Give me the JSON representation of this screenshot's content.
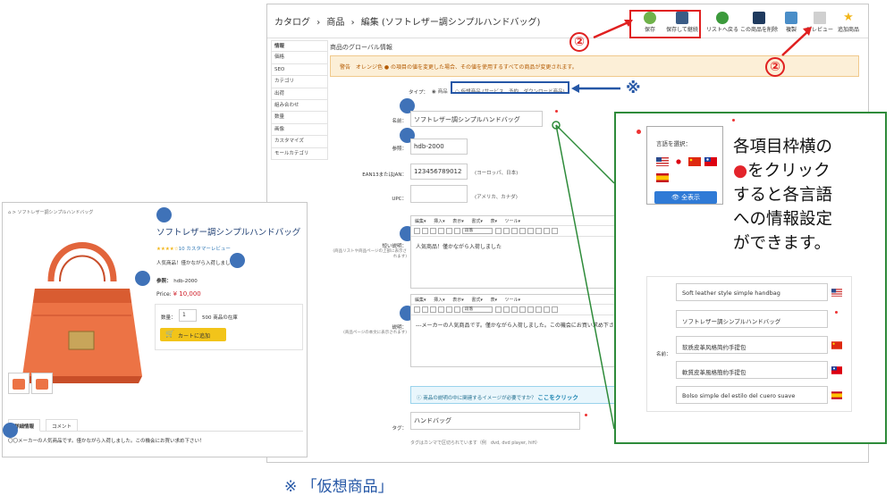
{
  "admin": {
    "breadcrumb": [
      "カタログ",
      "›",
      "商品",
      "›",
      "編集 (ソフトレザー調シンプルハンドバッグ)"
    ],
    "toolbar": [
      {
        "label": "保存",
        "icon": "check-icon",
        "color": "#6fb24a"
      },
      {
        "label": "保存して継続",
        "icon": "floppy-icon",
        "color": "#3a5c86"
      },
      {
        "label": "リストへ戻る",
        "icon": "back-arrow-icon",
        "color": "#3c9a3c"
      },
      {
        "label": "この商品を削除",
        "icon": "delete-icon",
        "color": "#1f3a5e"
      },
      {
        "label": "複製",
        "icon": "duplicate-icon",
        "color": "#4a8ec8"
      },
      {
        "label": "プレビュー",
        "icon": "preview-icon",
        "color": "#8a8a8a"
      },
      {
        "label": "追加商品",
        "icon": "star-icon",
        "color": "#f2b61b"
      }
    ],
    "sidebar": [
      "情報",
      "価格",
      "SEO",
      "カテゴリ",
      "出荷",
      "組み合わせ",
      "数量",
      "画像",
      "カスタマイズ",
      "モールカテゴリ"
    ],
    "panel_title": "商品のグローバル情報",
    "warning": "警告　オレンジ色 ● の項目の値を変更した場合、その値を使用するすべての商品が変更されます。",
    "type_label": "タイプ：",
    "type_options": [
      "商品",
      "仮想商品 (サービス、予約、ダウンロード商品)"
    ],
    "name_label": "名前：",
    "name_value": "ソフトレザー調シンプルハンドバッグ",
    "ref_label": "参照：",
    "ref_value": "hdb-2000",
    "ean_label": "EAN13またはJAN：",
    "ean_value": "123456789012",
    "ean_note": "(ヨーロッパ、日本)",
    "upc_label": "UPC：",
    "upc_value": "",
    "upc_note": "(アメリカ、カナダ)",
    "short_desc_label": "短い説明：",
    "short_desc_hint": "(商品リストや商品ページの上部に表示されます)",
    "desc_label": "説明：",
    "desc_hint": "(商品ページの本文に表示されます)",
    "editor_menu": [
      "編集▾",
      "挿入▾",
      "表示▾",
      "書式▾",
      "表▾",
      "ツール▾"
    ],
    "editor_style": "段落",
    "short_desc_text": "人気商品！僅かながら入荷しました",
    "desc_text": "---メーカーの人気商品です。僅かながら入荷しました。この機会にお買い求め下さい！",
    "info_text": "商品の説明の中に関連するイメージが必要ですか？",
    "info_link": "ここをクリック",
    "tag_label": "タグ：",
    "tag_value": "ハンドバッグ",
    "tag_note": "タグはカンマで区切られています（例　dvd, dvd player, hifi）"
  },
  "store": {
    "crumb": "⌂ > ソフトレザー調シンプルハンドバッグ",
    "title": "ソフトレザー調シンプルハンドバッグ",
    "stars": "★★★★☆",
    "reviews": "10 カスタマーレビュー",
    "short_desc": "人気商品！僅かながら入荷しました",
    "ref_label": "参照：",
    "ref_value": "hdb-2000",
    "price_label": "Price:",
    "price_value": "¥ 10,000",
    "qty_label": "数量：",
    "qty_value": "1",
    "stock": "500 商品の在庫",
    "cart_label": "カートに追加",
    "tabs": [
      "詳細情報",
      "コメント"
    ],
    "desc": "〇〇メーカーの人気商品です。僅かながら入荷しました。この機会にお買い求め下さい！"
  },
  "lang_popup": {
    "title": "言語を選択：",
    "show_all": "全表示"
  },
  "callout": {
    "line1": "各項目枠横の",
    "line2_red": "●",
    "line2": "をクリック",
    "line3": "すると各言語",
    "line4": "への情報設定",
    "line5": "ができます。"
  },
  "name_list": {
    "label": "名前：",
    "rows": [
      {
        "value": "Soft leather style simple handbag",
        "flag": "us-flag-icon"
      },
      {
        "value": "ソフトレザー調シンプルハンドバッグ",
        "flag": "jp-flag-icon"
      },
      {
        "value": "软质皮革风格简约手提包",
        "flag": "cn-flag-icon"
      },
      {
        "value": "軟質皮革風格簡約手提包",
        "flag": "tw-flag-icon"
      },
      {
        "value": "Bolso simple del estilo del cuero suave",
        "flag": "es-flag-icon"
      }
    ]
  },
  "annotations": {
    "circle_number": "②",
    "asterisk": "※",
    "footnote": "※ 「仮想商品」"
  }
}
